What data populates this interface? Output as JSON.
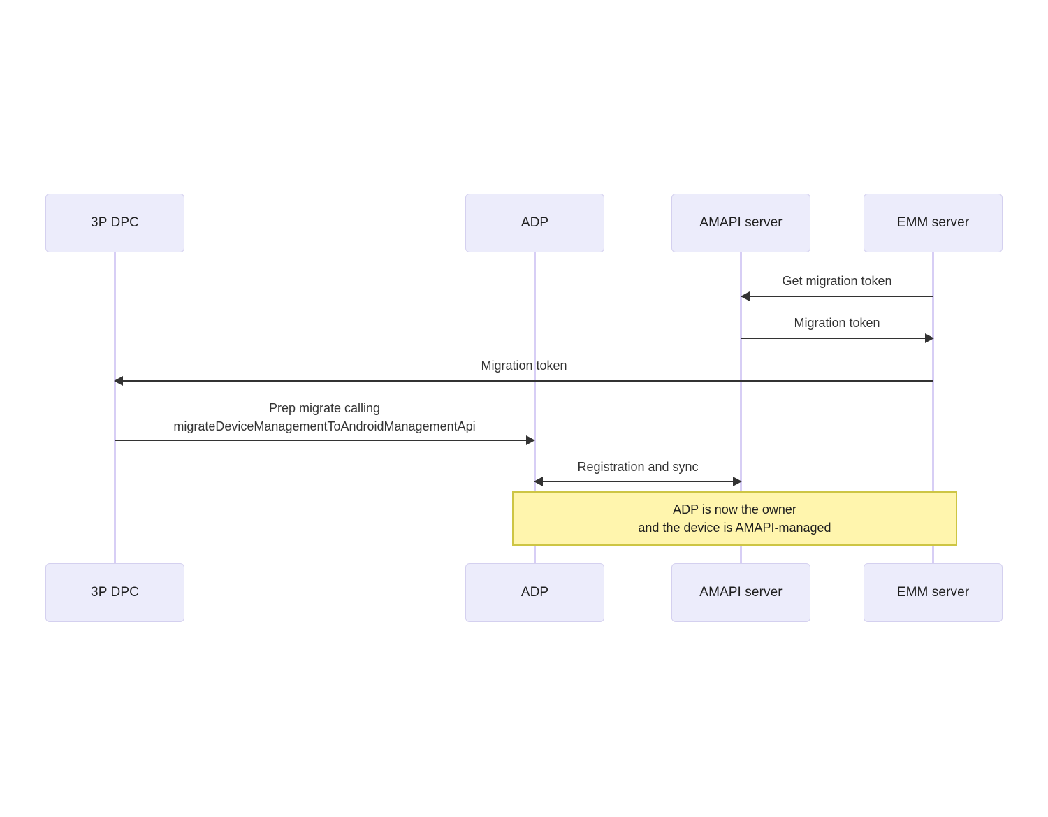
{
  "diagram": {
    "type": "sequence-diagram",
    "background": "#ffffff",
    "actor_fill": "#ececfb",
    "actor_border": "#d4d0ef",
    "lifeline_color": "#d7cef5",
    "arrow_color": "#333333",
    "note_fill": "#fff5ad",
    "note_border": "#cdc544",
    "participants": [
      {
        "id": "dpc",
        "label": "3P DPC"
      },
      {
        "id": "adp",
        "label": "ADP"
      },
      {
        "id": "amapi",
        "label": "AMAPI server"
      },
      {
        "id": "emm",
        "label": "EMM server"
      }
    ],
    "participants_bottom": [
      {
        "id": "dpc",
        "label": "3P DPC"
      },
      {
        "id": "adp",
        "label": "ADP"
      },
      {
        "id": "amapi",
        "label": "AMAPI server"
      },
      {
        "id": "emm",
        "label": "EMM server"
      }
    ],
    "messages": [
      {
        "id": "m1",
        "from": "emm",
        "to": "amapi",
        "direction": "left",
        "lines": [
          "Get migration token"
        ]
      },
      {
        "id": "m2",
        "from": "amapi",
        "to": "emm",
        "direction": "right",
        "lines": [
          "Migration token"
        ]
      },
      {
        "id": "m3",
        "from": "emm",
        "to": "dpc",
        "direction": "left",
        "lines": [
          "Migration token"
        ]
      },
      {
        "id": "m4",
        "from": "dpc",
        "to": "adp",
        "direction": "right",
        "lines": [
          "Prep migrate calling",
          "migrateDeviceManagementToAndroidManagementApi"
        ]
      },
      {
        "id": "m5",
        "from": "adp",
        "to": "amapi",
        "direction": "both",
        "lines": [
          "Registration and sync"
        ]
      }
    ],
    "notes": [
      {
        "id": "n1",
        "lines": [
          "ADP is now the owner",
          "and the device is AMAPI-managed"
        ]
      }
    ]
  }
}
